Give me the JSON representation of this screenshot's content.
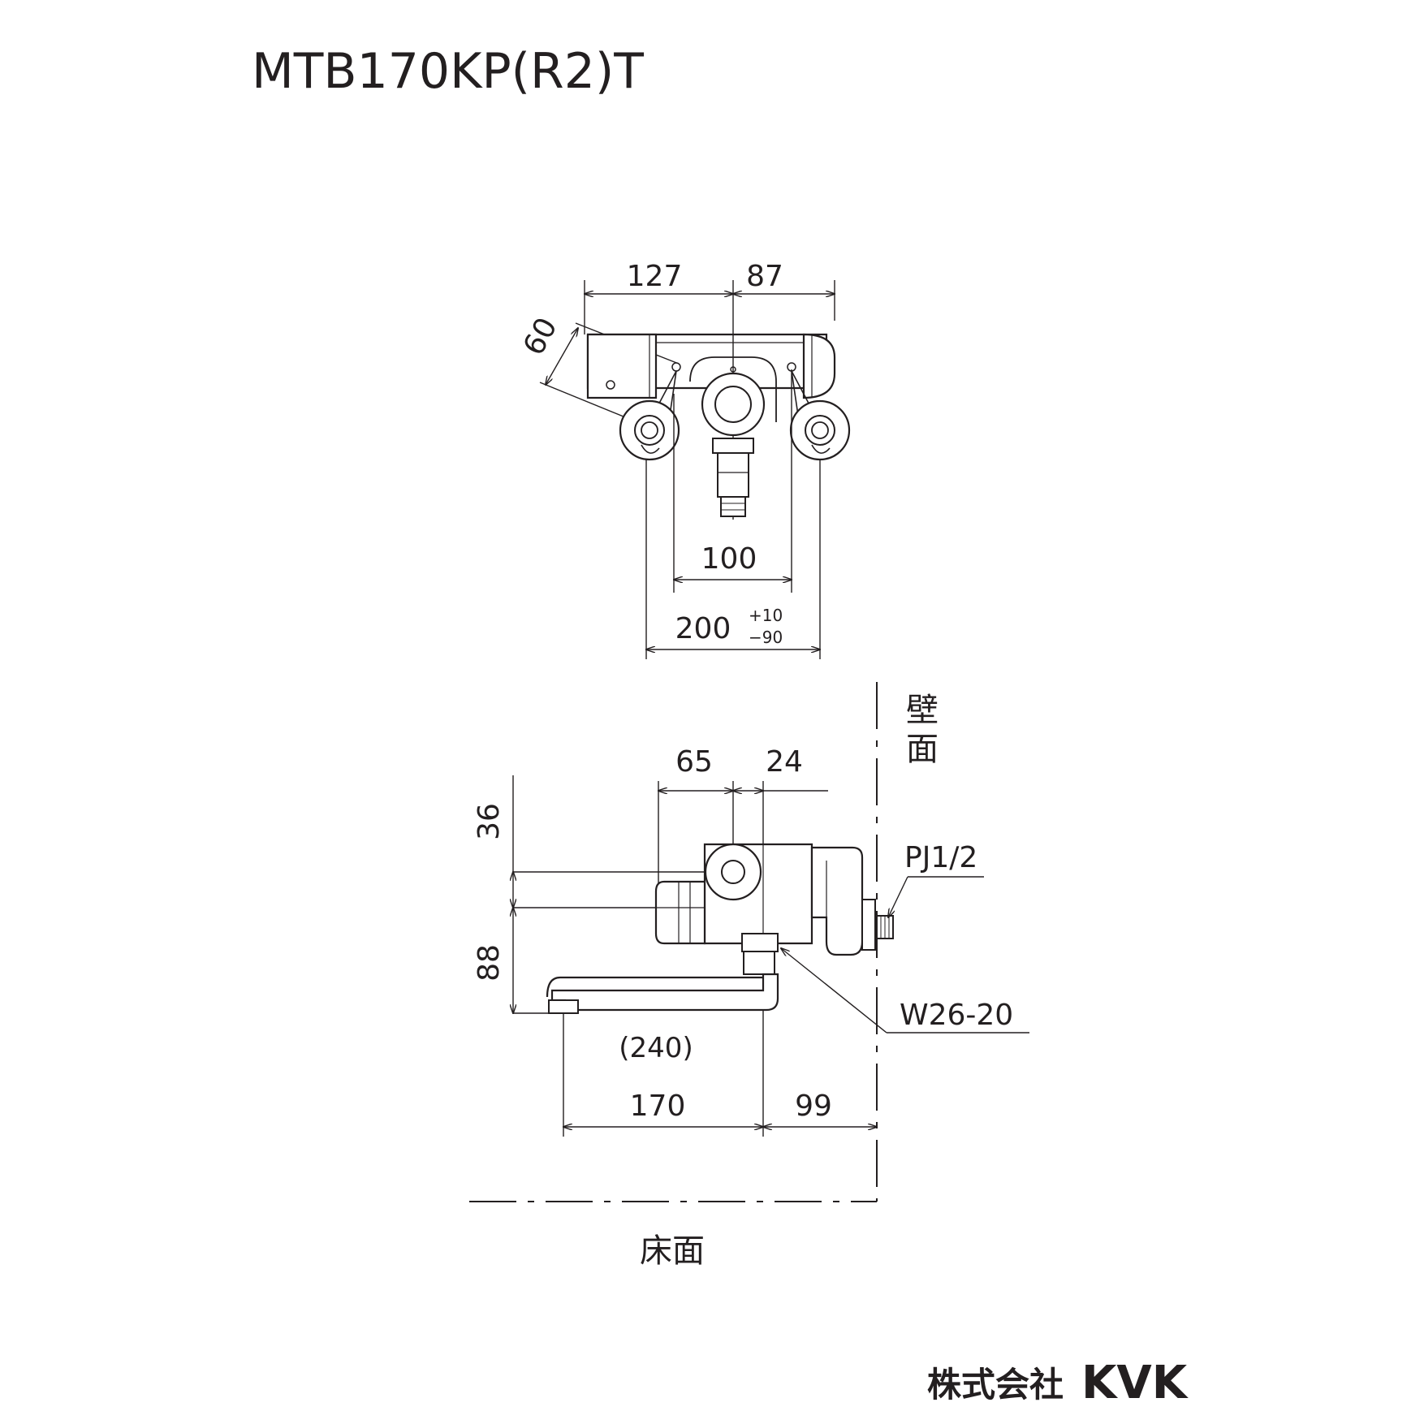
{
  "title": "MTB170KP(R2)T",
  "top_view": {
    "dims": {
      "left_width": "127",
      "right_width": "87",
      "depth": "60",
      "inner_pitch": "100",
      "outer_pitch": "200",
      "outer_tol_plus": "+10",
      "outer_tol_minus": "−90"
    }
  },
  "side_view": {
    "dims": {
      "body_offset_left": "65",
      "body_offset_right": "24",
      "height_upper": "36",
      "height_lower": "88",
      "spout_total": "(240)",
      "spout_reach": "170",
      "wall_offset": "99"
    },
    "callouts": {
      "inlet_thread": "PJ1/2",
      "shower_thread": "W26-20"
    },
    "labels": {
      "wall": [
        "壁",
        "面"
      ],
      "floor": "床面"
    }
  },
  "maker": {
    "company": "株式会社",
    "brand": "KVK"
  }
}
